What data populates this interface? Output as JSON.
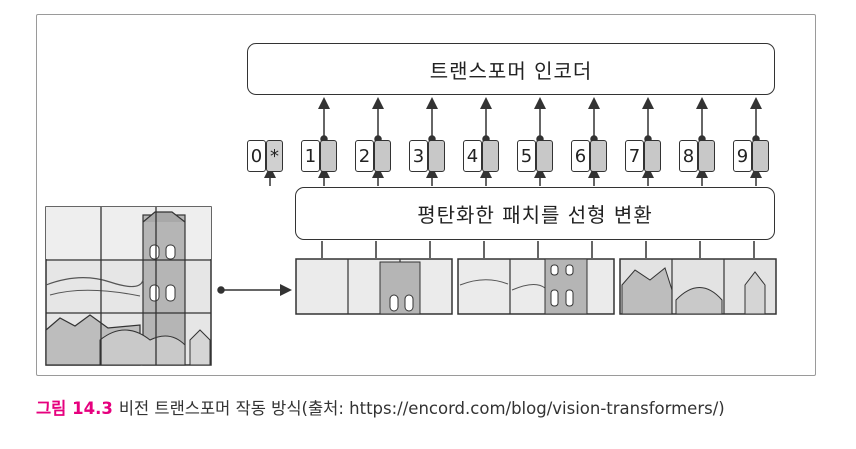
{
  "diagram": {
    "encoder_label": "트랜스포머 인코더",
    "projection_label": "평탄화한 패치를 선형 변환",
    "tokens": [
      {
        "num": "0",
        "emb": "*"
      },
      {
        "num": "1",
        "emb": ""
      },
      {
        "num": "2",
        "emb": ""
      },
      {
        "num": "3",
        "emb": ""
      },
      {
        "num": "4",
        "emb": ""
      },
      {
        "num": "5",
        "emb": ""
      },
      {
        "num": "6",
        "emb": ""
      },
      {
        "num": "7",
        "emb": ""
      },
      {
        "num": "8",
        "emb": ""
      },
      {
        "num": "9",
        "emb": ""
      }
    ],
    "colors": {
      "stroke": "#333333",
      "patch_fill": "#c8c8c8",
      "frame": "#9a9a9a"
    }
  },
  "caption": {
    "label": "그림 14.3",
    "text": "비전 트랜스포머 작동 방식(출처: https://encord.com/blog/vision-transformers/)",
    "label_color": "#e6007e"
  }
}
